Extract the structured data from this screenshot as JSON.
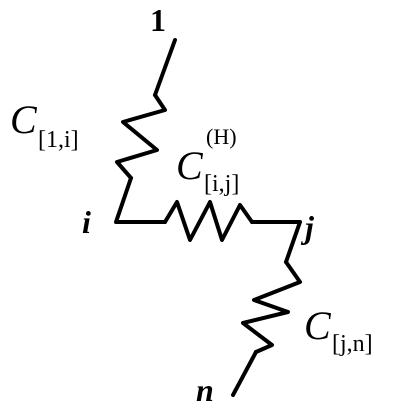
{
  "nodes": {
    "top": "1",
    "left": "i",
    "right": "j",
    "bottom": "n"
  },
  "components": {
    "c1": {
      "symbol": "C",
      "subscript": "[1,i]"
    },
    "c2": {
      "symbol": "C",
      "subscript": "[i,j]",
      "superscript": "(H)"
    },
    "c3": {
      "symbol": "C",
      "subscript": "[j,n]"
    }
  }
}
